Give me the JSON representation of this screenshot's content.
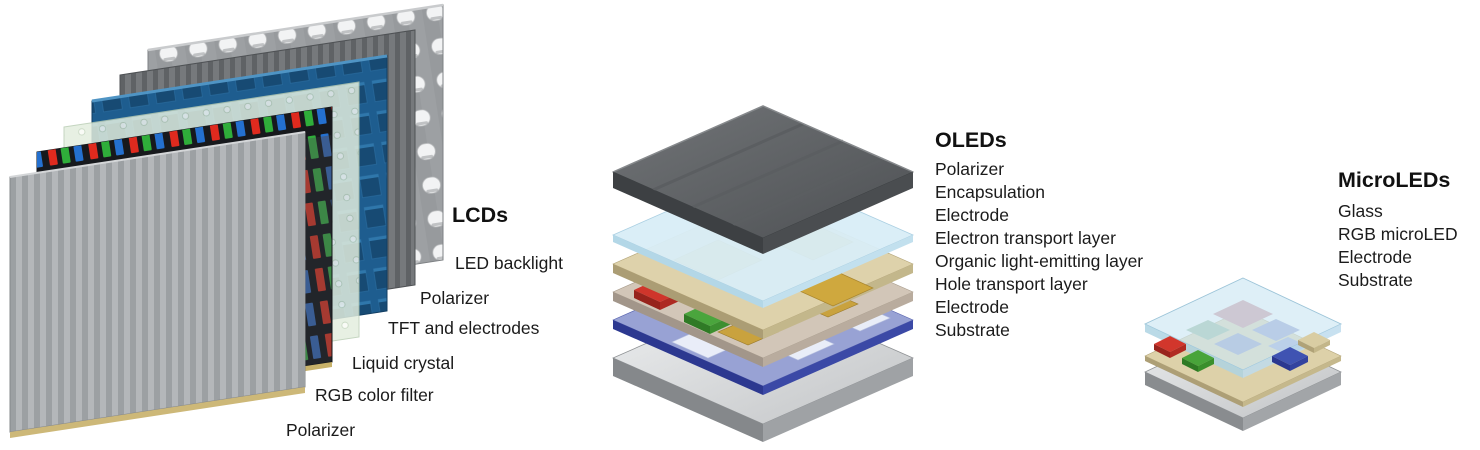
{
  "figure": {
    "description": "Exploded layer diagrams comparing LCD, OLED and MicroLED display technologies"
  },
  "panels": {
    "lcd": {
      "title": "LCDs",
      "labels": [
        "LED backlight",
        "Polarizer",
        "TFT and electrodes",
        "Liquid crystal",
        "RGB color filter",
        "Polarizer"
      ]
    },
    "oled": {
      "title": "OLEDs",
      "labels": [
        "Polarizer",
        "Encapsulation",
        "Electrode",
        "Electron transport layer",
        "Organic light-emitting layer",
        "Hole transport layer",
        "Electrode",
        "Substrate"
      ]
    },
    "microled": {
      "title": "MicroLEDs",
      "labels": [
        "Glass",
        "RGB microLED",
        "Electrode",
        "Substrate"
      ]
    }
  },
  "colors": {
    "background": "#ffffff",
    "text": "#1b1b1b",
    "tft_blue": "#1d5c8e",
    "liquid_crystal_green": "#e3eede",
    "subpixel_red": "#df2a1e",
    "subpixel_green": "#2fae3a",
    "subpixel_blue": "#2470cf",
    "electrode_gold": "#cfa83e",
    "encapsulation_blue": "#d8edf7",
    "substrate_gray": "#c8cacc"
  }
}
